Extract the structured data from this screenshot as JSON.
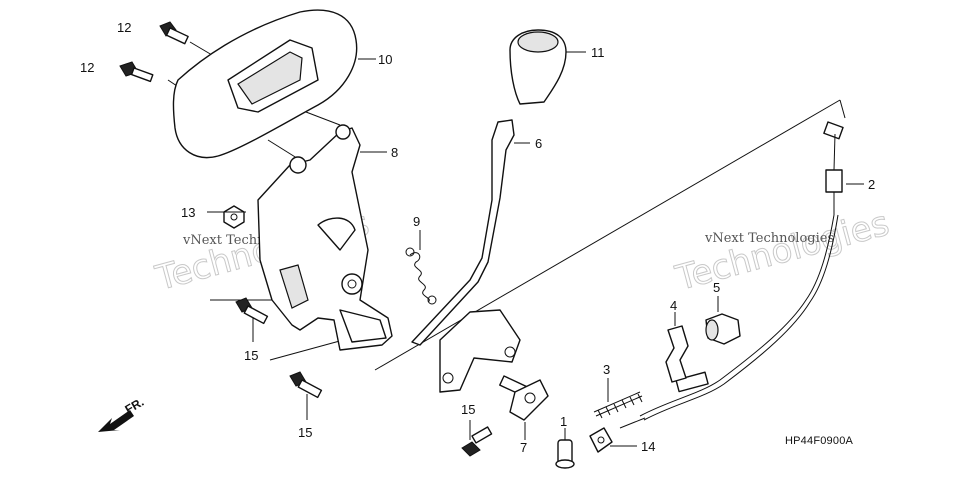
{
  "diagram_code": "HP44F0900A",
  "front_label": "FR.",
  "watermarks": [
    {
      "line1": "vNext Technologies",
      "line2": "Technologies"
    },
    {
      "line1": "vNext Technologies",
      "line2": "Technologies"
    }
  ],
  "callouts": {
    "c1": "1",
    "c2": "2",
    "c3": "3",
    "c4": "4",
    "c5": "5",
    "c6": "6",
    "c7": "7",
    "c8": "8",
    "c9": "9",
    "c10": "10",
    "c11": "11",
    "c12a": "12",
    "c12b": "12",
    "c13": "13",
    "c14": "14",
    "c15a": "15",
    "c15b": "15",
    "c15c": "15"
  }
}
